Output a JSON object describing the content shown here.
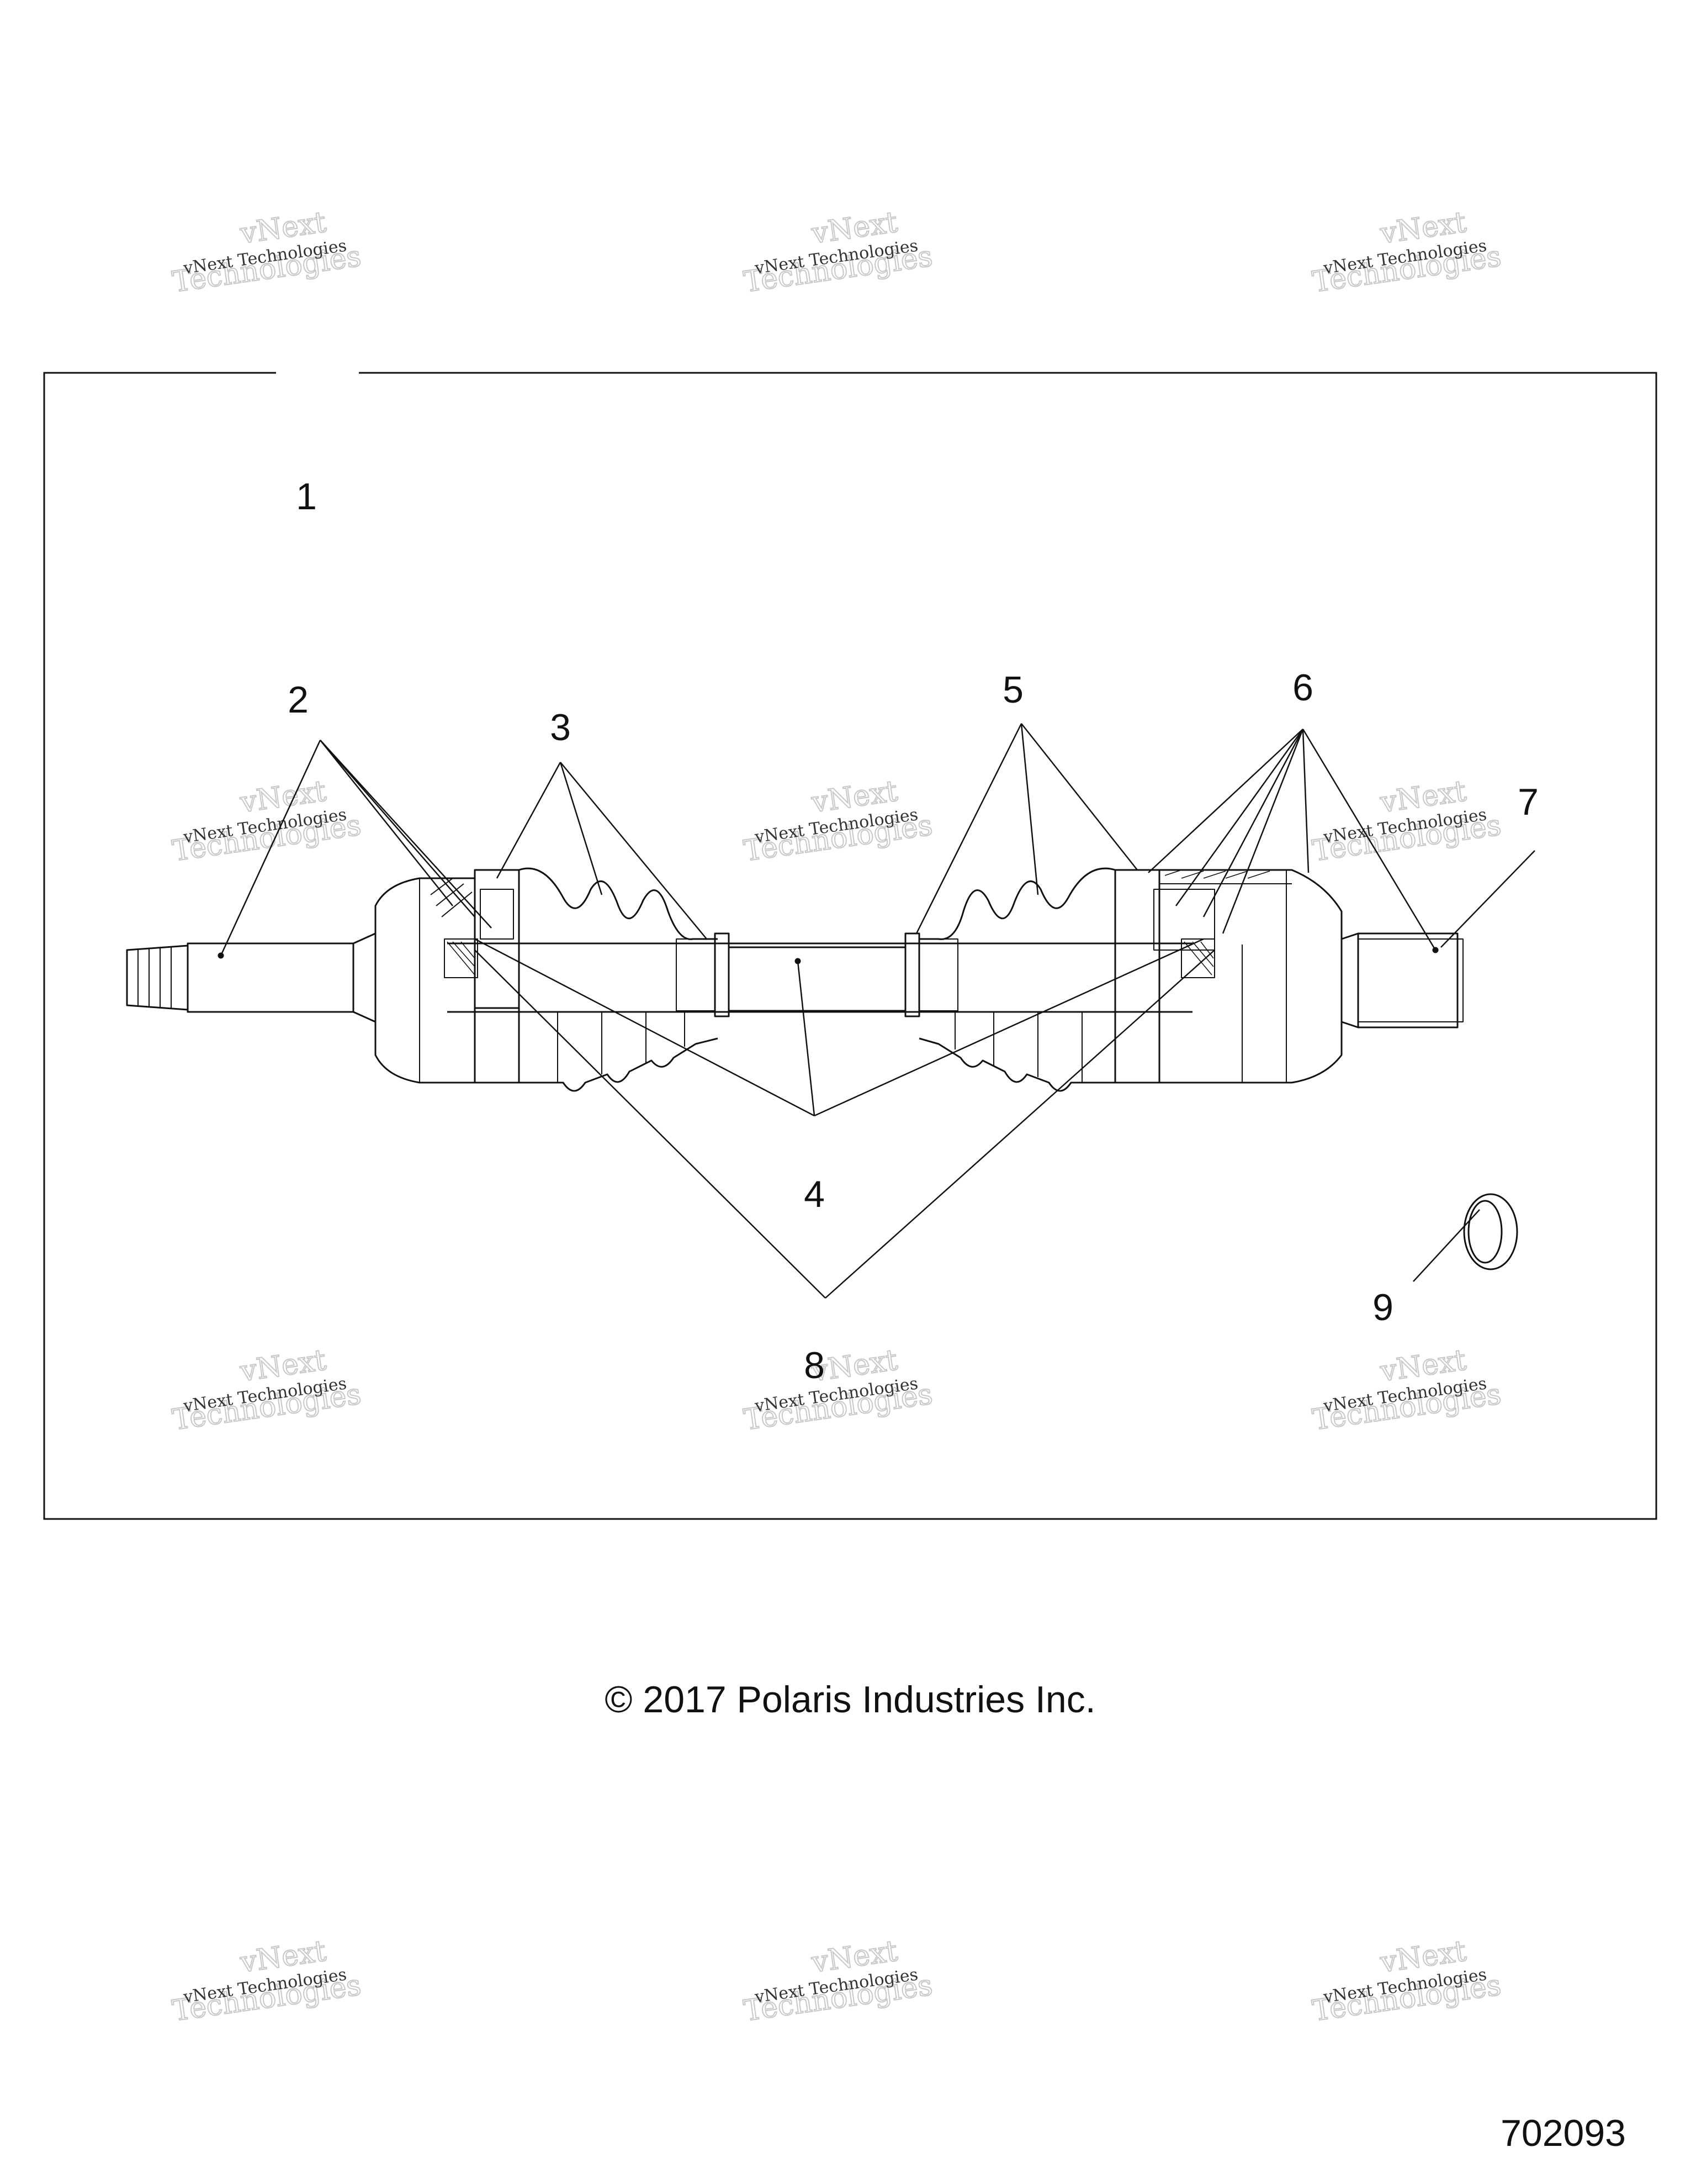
{
  "diagram": {
    "callouts": [
      {
        "id": "1",
        "label": "1"
      },
      {
        "id": "2",
        "label": "2"
      },
      {
        "id": "3",
        "label": "3"
      },
      {
        "id": "4",
        "label": "4"
      },
      {
        "id": "5",
        "label": "5"
      },
      {
        "id": "6",
        "label": "6"
      },
      {
        "id": "7",
        "label": "7"
      },
      {
        "id": "8",
        "label": "8"
      },
      {
        "id": "9",
        "label": "9"
      }
    ],
    "copyright": "© 2017 Polaris Industries Inc.",
    "figure_number": "702093"
  },
  "watermark": {
    "line1": "vNext Technologies",
    "line2": "vNext",
    "line3": "Technologies"
  },
  "colors": {
    "ink": "#111111",
    "watermark": "#c8c8c8"
  }
}
